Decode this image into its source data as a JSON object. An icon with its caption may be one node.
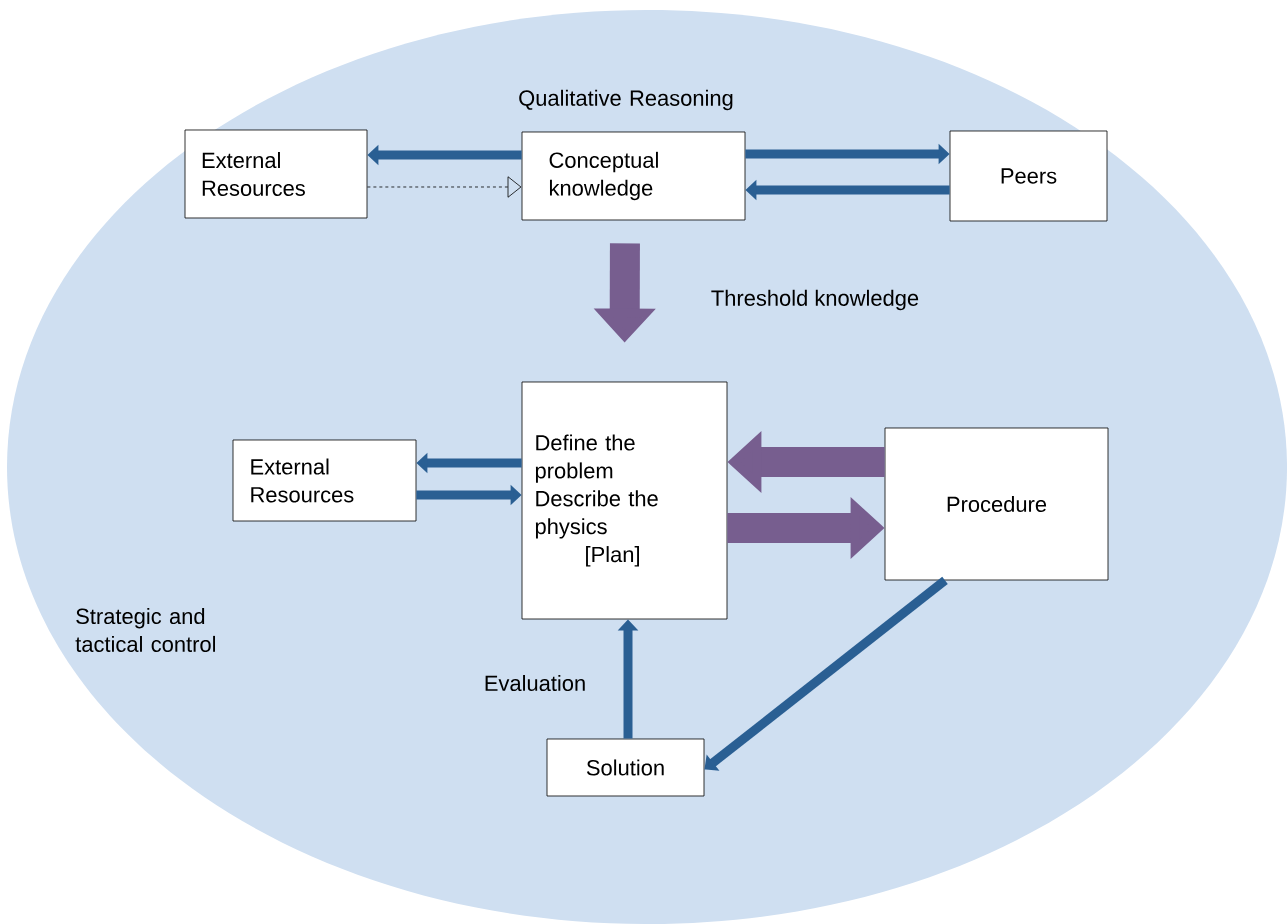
{
  "diagram": {
    "nodes": [
      {
        "text": [
          "External Resources"
        ]
      },
      {
        "text": [
          "Conceptual knowledge"
        ]
      },
      {
        "text": [
          "Peers"
        ]
      },
      {
        "text": [
          "External Resources"
        ]
      },
      {
        "text": [
          "Define the problem",
          "Describe the physics",
          "[Plan]"
        ]
      },
      {
        "text": [
          "Procedure"
        ]
      },
      {
        "text": [
          "Solution"
        ]
      }
    ],
    "edges": [
      {
        "from": 1,
        "to": 0,
        "arrow": "to"
      },
      {
        "from": 0,
        "to": 1,
        "arrow": "to",
        "style": "dashed",
        "color": "#000000"
      },
      {
        "from": 1,
        "to": 2,
        "arrow": "to"
      },
      {
        "from": 2,
        "to": 1,
        "arrow": "to"
      },
      {
        "from": 4,
        "to": 3,
        "arrow": "to"
      },
      {
        "from": 3,
        "to": 4,
        "arrow": "to"
      },
      {
        "from": 5,
        "to": 4,
        "arrow": "to",
        "style": "thick",
        "color": "#775e8f"
      },
      {
        "from": 4,
        "to": 5,
        "arrow": "to",
        "style": "thick",
        "color": "#775e8f"
      },
      {
        "from": 5,
        "to": 6,
        "arrow": "to"
      },
      {
        "from": 6,
        "to": 4,
        "arrow": "to",
        "label": "Evaluation"
      },
      {
        "from": 1,
        "to": 4,
        "arrow": "to",
        "style": "thick",
        "color": "#775e8f",
        "label": "Threshold knowledge"
      }
    ],
    "labels": [
      "Qualitative Reasoning",
      "Strategic and tactical control"
    ]
  }
}
